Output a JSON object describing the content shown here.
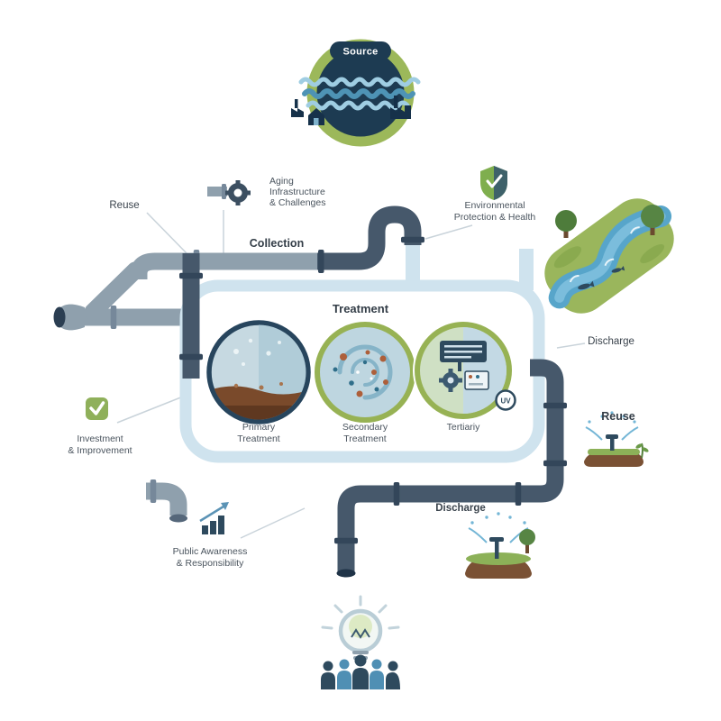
{
  "colors": {
    "pipe_dark": "#46586b",
    "pipe_gray": "#8fa0ad",
    "pipe_light": "#cfe3ee",
    "accent_green": "#97b254",
    "navy": "#1d3b52",
    "water_blue": "#57a5ca",
    "soil_brown": "#7a5134",
    "text": "#3a434c"
  },
  "labels": {
    "source": "Source",
    "reuse_top": "Reuse",
    "aging_line1": "Aging",
    "aging_line2": "Infrastructure",
    "aging_line3": "& Challenges",
    "collection": "Collection",
    "env_line1": "Environmental",
    "env_line2": "Protection & Health",
    "treatment": "Treatment",
    "primary_line1": "Primary",
    "primary_line2": "Treatment",
    "secondary_line1": "Secondary",
    "secondary_line2": "Treatment",
    "tertiary": "Tertiariy",
    "uv": "UV",
    "discharge_right": "Discharge",
    "reuse_right": "Reuse",
    "invest_line1": "Investment",
    "invest_line2": "& Improvement",
    "public_line1": "Public Awareness",
    "public_line2": "& Responsibility",
    "discharge_bottom": "Discharge"
  }
}
